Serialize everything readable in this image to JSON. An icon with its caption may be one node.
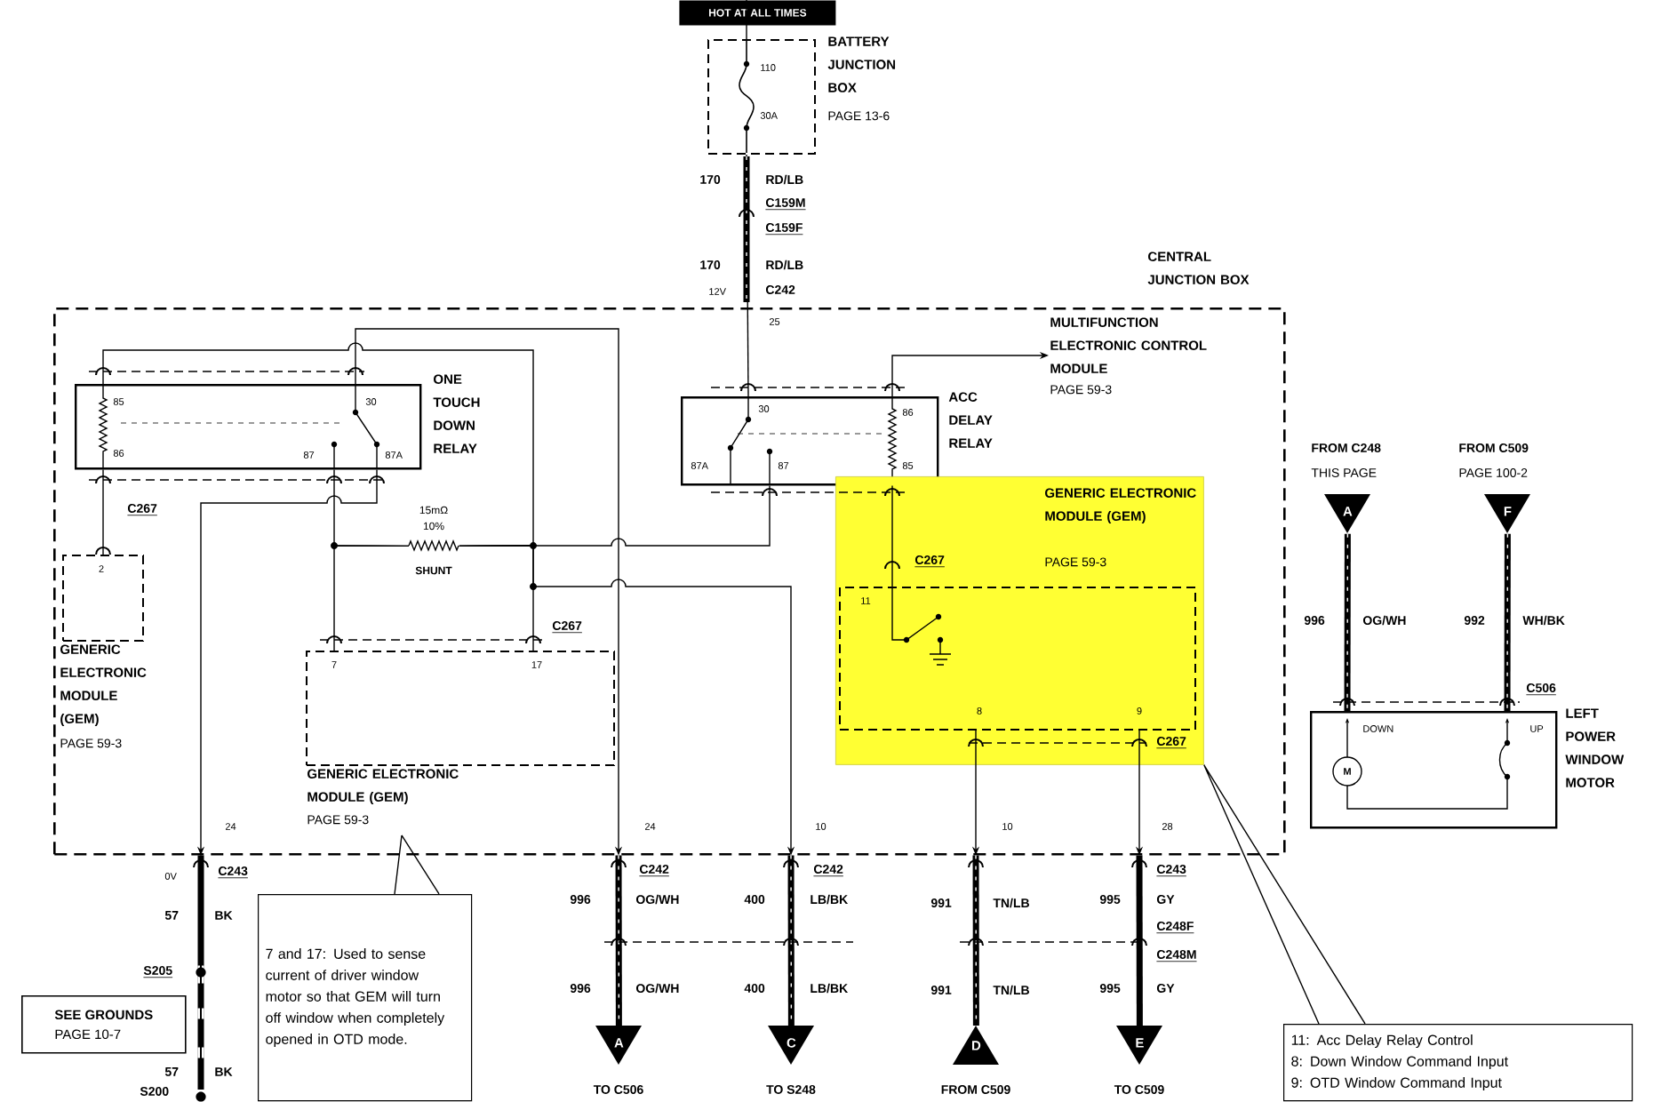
{
  "diagram": {
    "nodes": [
      {
        "text": [
          "HOT AT ALL TIMES"
        ]
      },
      {
        "text": [
          "BATTERY JUNCTION BOX",
          "PAGE 13-6",
          "110",
          "30A"
        ]
      },
      {
        "text": [
          "CENTRAL JUNCTION BOX"
        ]
      },
      {
        "text": [
          "ONE TOUCH DOWN RELAY",
          "85",
          "86",
          "30",
          "87",
          "87A"
        ],
        "in": 2
      },
      {
        "text": [
          "ACC DELAY RELAY",
          "30",
          "87A",
          "87",
          "86",
          "85"
        ],
        "in": 2
      },
      {
        "text": [
          "2",
          "GENERIC ELECTRONIC MODULE (GEM)",
          "PAGE 59-3"
        ],
        "in": 2
      },
      {
        "text": [
          "7",
          "17",
          "GENERIC ELECTRONIC MODULE (GEM)",
          "PAGE 59-3"
        ],
        "in": 2
      },
      {
        "text": [
          "GENERIC ELECTRONIC MODULE (GEM)",
          "PAGE 59-3"
        ],
        "in": 2
      },
      {
        "text": [
          "11",
          "8",
          "9"
        ],
        "in": 7
      },
      {
        "text": [
          "15mΩ",
          "10%",
          "SHUNT"
        ],
        "in": 2
      },
      {
        "text": [
          "MULTIFUNCTION ELECTRONIC CONTROL MODULE",
          "PAGE 59-3"
        ],
        "in": 2
      },
      {
        "text": [
          "DOWN",
          "UP",
          "M",
          "LEFT POWER WINDOW MOTOR"
        ]
      },
      {
        "text": [
          "A"
        ],
        "beside": [
          "FROM C248",
          "THIS PAGE"
        ]
      },
      {
        "text": [
          "F"
        ],
        "beside": [
          "FROM C509",
          "PAGE 100-2"
        ]
      },
      {
        "text": [
          "A"
        ],
        "beside": [
          "TO C506"
        ]
      },
      {
        "text": [
          "C"
        ],
        "beside": [
          "TO S248"
        ]
      },
      {
        "text": [
          "D"
        ],
        "beside": [
          "FROM C509"
        ]
      },
      {
        "text": [
          "E"
        ],
        "beside": [
          "TO C509"
        ]
      },
      {
        "text": [
          "SEE GROUNDS",
          "PAGE 10-7"
        ]
      },
      {
        "text": [
          "7 and 17: Used to sense current of driver window motor so that GEM will turn off window when completely opened in OTD mode."
        ]
      },
      {
        "text": [
          "11: Acc Delay Relay Control",
          "8: Down Window Command Input",
          "9: OTD Window Command Input"
        ]
      },
      {
        "text": [
          "S200"
        ]
      }
    ],
    "edges": [
      {
        "from": 0,
        "to": 1,
        "arrow": "none"
      },
      {
        "from": 1,
        "to": 4,
        "arrow": "none"
      },
      {
        "from": 4,
        "to": 10,
        "arrow": "to"
      },
      {
        "from": 3,
        "to": 5,
        "arrow": "none"
      },
      {
        "from": 3,
        "to": 9,
        "arrow": "none"
      },
      {
        "from": 3,
        "to": 9,
        "arrow": "none"
      },
      {
        "from": 9,
        "to": 6,
        "arrow": "none"
      },
      {
        "from": 9,
        "to": 6,
        "arrow": "none"
      },
      {
        "from": 9,
        "to": 4,
        "arrow": "none"
      },
      {
        "from": 3,
        "to": 2,
        "arrow": "to"
      },
      {
        "from": 9,
        "to": 2,
        "arrow": "to"
      },
      {
        "from": 3,
        "to": 2,
        "arrow": "to"
      },
      {
        "from": 4,
        "to": 8,
        "arrow": "none"
      },
      {
        "from": 8,
        "to": 2,
        "arrow": "to"
      },
      {
        "from": 8,
        "to": 2,
        "arrow": "to"
      },
      {
        "from": 12,
        "to": 11,
        "arrow": "none",
        "style": "thick"
      },
      {
        "from": 13,
        "to": 11,
        "arrow": "none",
        "style": "thick"
      },
      {
        "from": 19,
        "to": 6,
        "arrow": "none"
      },
      {
        "from": 20,
        "to": 7,
        "arrow": "none"
      },
      {
        "from": 2,
        "to": 14,
        "arrow": "none",
        "style": "thick"
      },
      {
        "from": 2,
        "to": 15,
        "arrow": "none",
        "style": "thick"
      },
      {
        "from": 2,
        "to": 16,
        "arrow": "none",
        "style": "thick"
      },
      {
        "from": 2,
        "to": 17,
        "arrow": "none",
        "style": "thick"
      },
      {
        "from": 2,
        "to": 21,
        "arrow": "none",
        "style": "thick"
      }
    ],
    "labels": [
      "170",
      "RD/LB",
      "C159M",
      "C159F",
      "170",
      "RD/LB",
      "12V",
      "C242",
      "25",
      "C267",
      "C267",
      "C267",
      "C267",
      "996",
      "OG/WH",
      "992",
      "WH/BK",
      "C506",
      "24",
      "24",
      "10",
      "10",
      "28",
      "0V",
      "C243",
      "C242",
      "C242",
      "C243",
      "57",
      "BK",
      "996",
      "OG/WH",
      "400",
      "LB/BK",
      "991",
      "TN/LB",
      "995",
      "GY",
      "C248F",
      "C248M",
      "S205",
      "996",
      "OG/WH",
      "400",
      "LB/BK",
      "991",
      "TN/LB",
      "995",
      "GY",
      "57",
      "BK"
    ]
  }
}
